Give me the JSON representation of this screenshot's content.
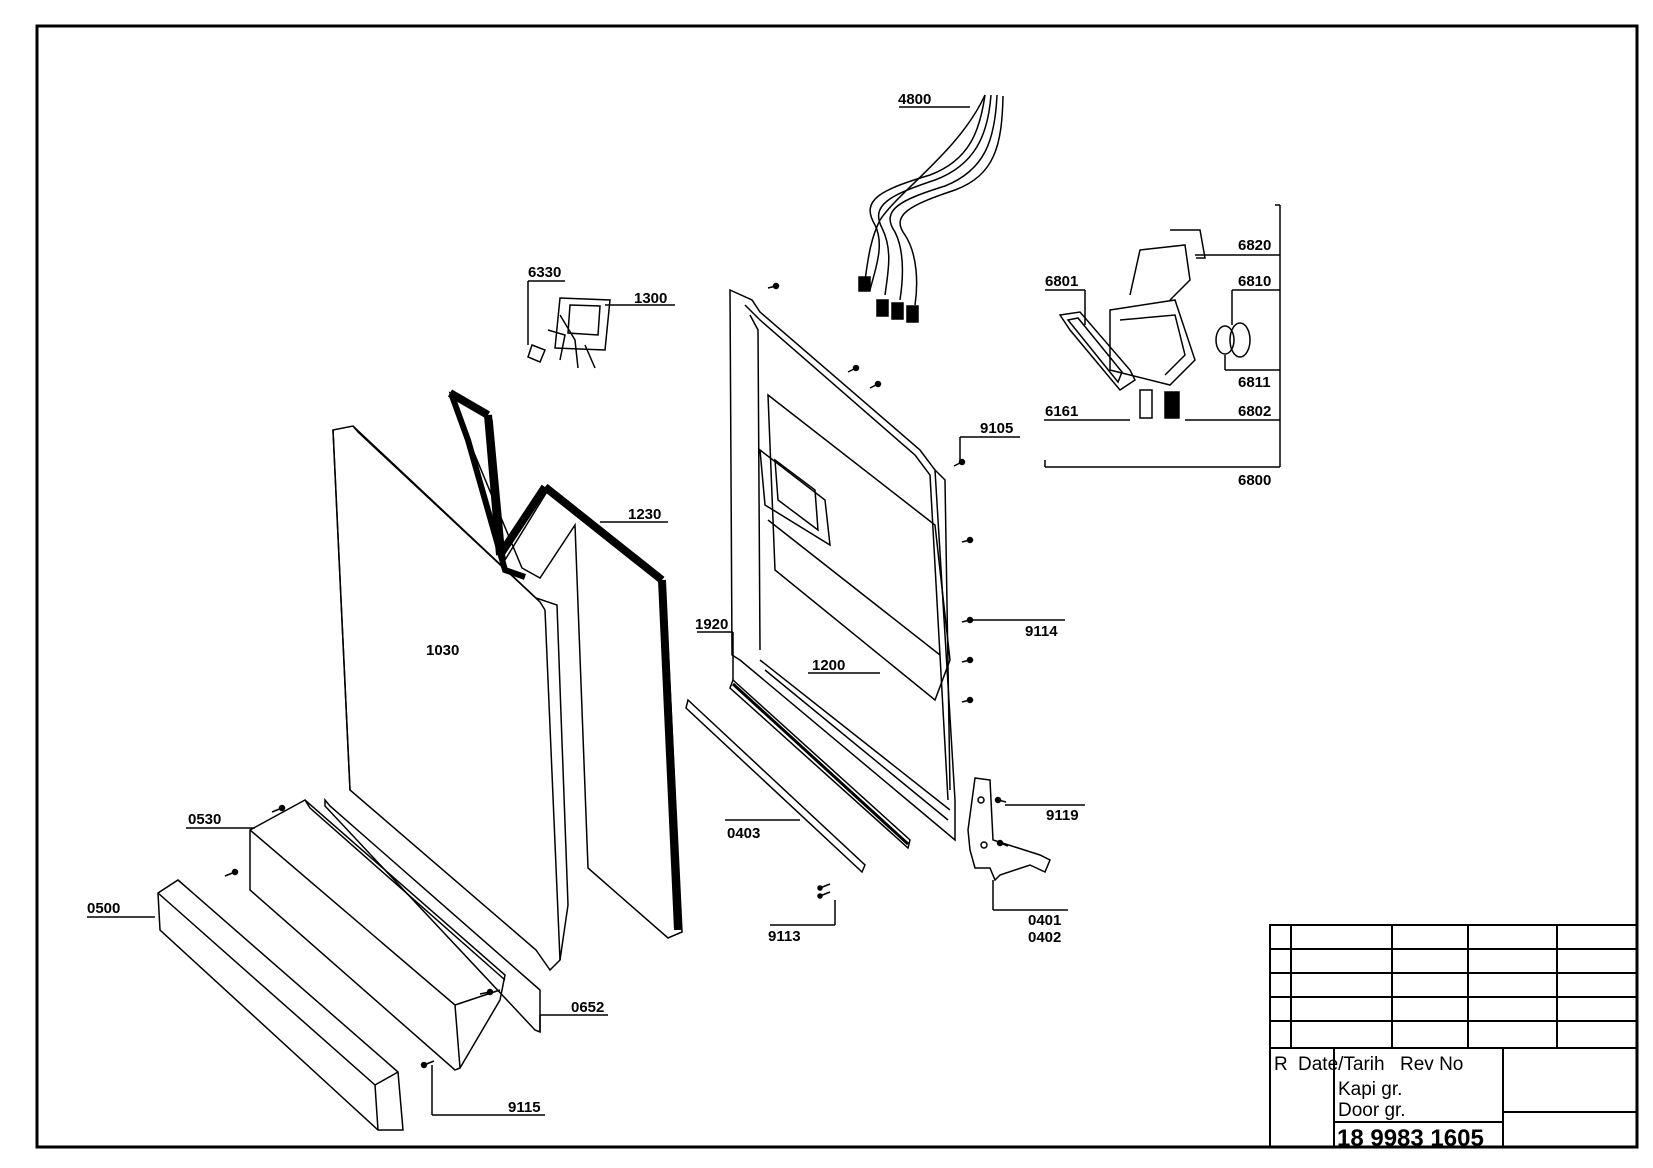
{
  "drawing": {
    "parts": {
      "p4800": "4800",
      "p6820": "6820",
      "p6801": "6801",
      "p6810": "6810",
      "p6330": "6330",
      "p1300": "1300",
      "p6811": "6811",
      "p6161": "6161",
      "p6802": "6802",
      "p9105": "9105",
      "p6800": "6800",
      "p1230": "1230",
      "p1920": "1920",
      "p9114": "9114",
      "p1030": "1030",
      "p1200": "1200",
      "p9119": "9119",
      "p0530": "0530",
      "p0403": "0403",
      "p0500": "0500",
      "p0401": "0401",
      "p0402": "0402",
      "p9113": "9113",
      "p0652": "0652",
      "p9115": "9115"
    }
  },
  "title_block": {
    "rev_marker": "R",
    "date_header": "Date/Tarih",
    "rev_header": "Rev No",
    "title_line1": "Kapi gr.",
    "title_line2": "Door gr.",
    "drawing_number": "18 9983 1605"
  }
}
